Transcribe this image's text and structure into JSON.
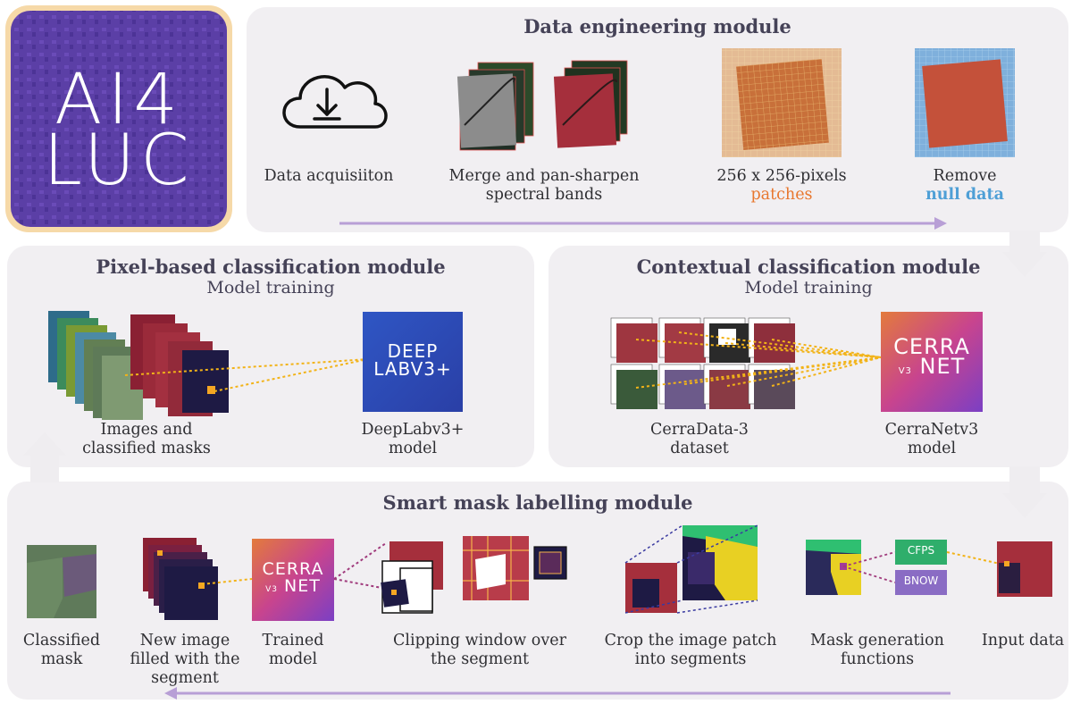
{
  "logo": {
    "line1": "AI4",
    "line2": "LUC"
  },
  "data_engineering": {
    "title": "Data engineering module",
    "steps": [
      {
        "icon": "cloud-download-icon",
        "label": "Data acquisiiton"
      },
      {
        "label_line1": "Merge and pan-sharpen",
        "label_line2": "spectral bands"
      },
      {
        "label_line1": "256 x 256-pixels",
        "label_line2": "patches",
        "accent": "#e8772e"
      },
      {
        "label_line1": "Remove",
        "label_line2": "null data",
        "accent": "#4e9fd6"
      }
    ]
  },
  "pixel_module": {
    "title": "Pixel-based classification module",
    "subtitle": "Model training",
    "items": [
      {
        "label_line1": "Images and",
        "label_line2": "classified masks"
      },
      {
        "logo_line1": "DEEP",
        "logo_line2": "LABV3+",
        "label_line1": "DeepLabv3+",
        "label_line2": "model"
      }
    ]
  },
  "contextual_module": {
    "title": "Contextual classification module",
    "subtitle": "Model training",
    "items": [
      {
        "label_line1": "CerraData-3",
        "label_line2": "dataset"
      },
      {
        "logo_line1": "CERRA",
        "logo_v": "V3",
        "logo_line2": "NET",
        "label_line1": "CerraNetv3",
        "label_line2": "model"
      }
    ]
  },
  "smart_mask": {
    "title": "Smart mask labelling module",
    "steps": [
      {
        "label_line1": "Classified",
        "label_line2": "mask"
      },
      {
        "label_line1": "New image",
        "label_line2": "filled with the",
        "label_line3": "segment"
      },
      {
        "logo_line1": "CERRA",
        "logo_v": "V3",
        "logo_line2": "NET",
        "label_line1": "Trained",
        "label_line2": "model"
      },
      {
        "label_line1": "Clipping window over",
        "label_line2": "the segment"
      },
      {
        "label_line1": "Crop the image patch",
        "label_line2": "into segments"
      },
      {
        "fn1": "CFPS",
        "fn2": "BNOW",
        "label_line1": "Mask generation",
        "label_line2": "functions"
      },
      {
        "label_line1": "Input data"
      }
    ]
  },
  "colors": {
    "panel": "#f1eff2",
    "arrow": "#b89fd6",
    "title": "#454257",
    "patches": "#e8772e",
    "null_data": "#4e9fd6",
    "logo_bg": "#5b3fa6"
  }
}
